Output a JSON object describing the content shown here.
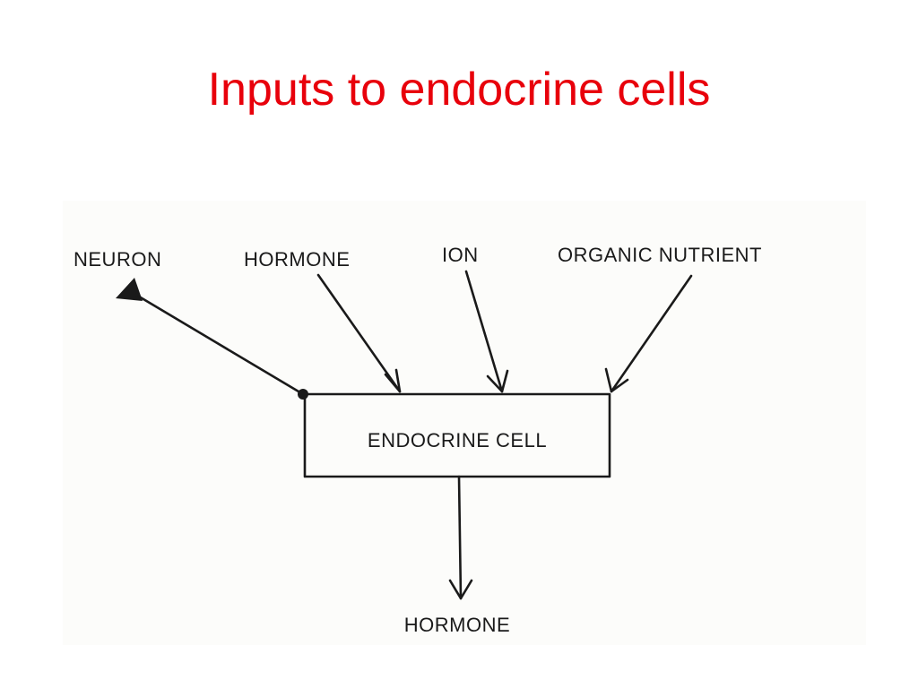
{
  "slide": {
    "title": "Inputs to endocrine cells",
    "title_color": "#e8000b"
  },
  "diagram": {
    "inputs": {
      "neuron": "NEURON",
      "hormone": "HORMONE",
      "ion": "ION",
      "organic_nutrient": "ORGANIC NUTRIENT"
    },
    "cell": "ENDOCRINE CELL",
    "output": "HORMONE",
    "ink_color": "#1a1a1a"
  }
}
